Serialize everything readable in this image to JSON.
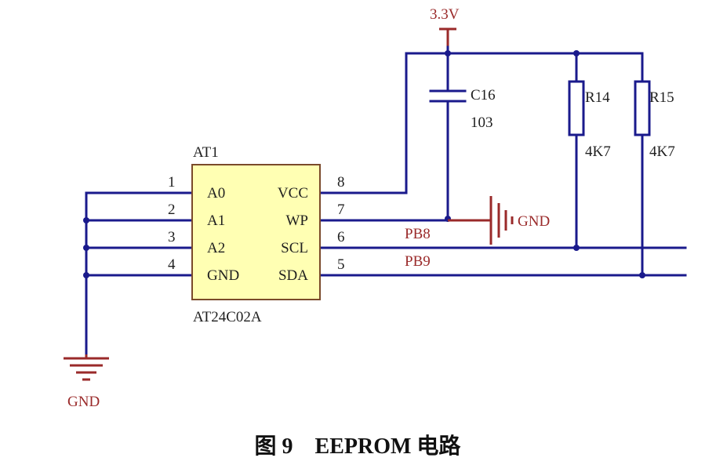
{
  "colors": {
    "wire": "#1a1a8c",
    "power_symbol": "#9a2a2a",
    "chip_fill": "#ffffb3",
    "text": "#1f1f1f"
  },
  "ic": {
    "designator": "AT1",
    "part": "AT24C02A",
    "left_pins": [
      {
        "num": "1",
        "name": "A0"
      },
      {
        "num": "2",
        "name": "A1"
      },
      {
        "num": "3",
        "name": "A2"
      },
      {
        "num": "4",
        "name": "GND"
      }
    ],
    "right_pins": [
      {
        "num": "8",
        "name": "VCC"
      },
      {
        "num": "7",
        "name": "WP"
      },
      {
        "num": "6",
        "name": "SCL"
      },
      {
        "num": "5",
        "name": "SDA"
      }
    ]
  },
  "power": {
    "supply": "3.3V",
    "gnd_left": "GND",
    "gnd_right": "GND"
  },
  "capacitor": {
    "ref": "C16",
    "value": "103"
  },
  "resistors": [
    {
      "ref": "R14",
      "value": "4K7"
    },
    {
      "ref": "R15",
      "value": "4K7"
    }
  ],
  "nets": {
    "scl": "PB8",
    "sda": "PB9"
  },
  "caption": "图 9    EEPROM 电路"
}
